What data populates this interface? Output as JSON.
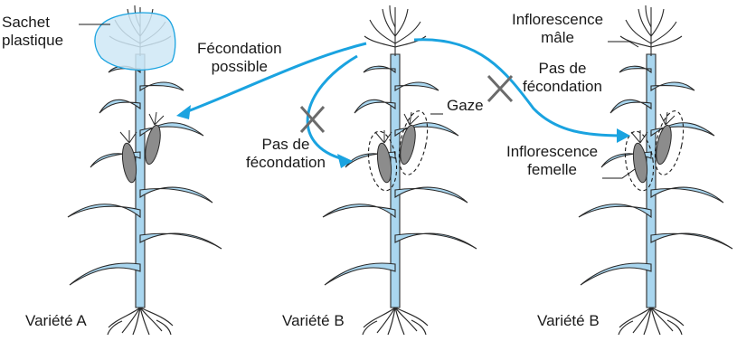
{
  "labels": {
    "sachet": [
      "Sachet",
      "plastique"
    ],
    "fecondation_possible": [
      "Fécondation",
      "possible"
    ],
    "pas_de_fecondation_left": [
      "Pas de",
      "fécondation"
    ],
    "gaze": "Gaze",
    "pas_de_fecondation_right": [
      "Pas de",
      "fécondation"
    ],
    "inflorescence_male": [
      "Inflorescence",
      "mâle"
    ],
    "inflorescence_femelle": [
      "Inflorescence",
      "femelle"
    ]
  },
  "plants": [
    {
      "variety": "Variété A"
    },
    {
      "variety": "Variété B"
    },
    {
      "variety": "Variété B"
    }
  ],
  "colors": {
    "stem": "#a9d6ef",
    "stem_stroke": "#2a2a2a",
    "arrow": "#1aa3e0",
    "ear": "#8c8c8c",
    "bag": "#cfe8f6",
    "cross": "#6b6b6b"
  }
}
